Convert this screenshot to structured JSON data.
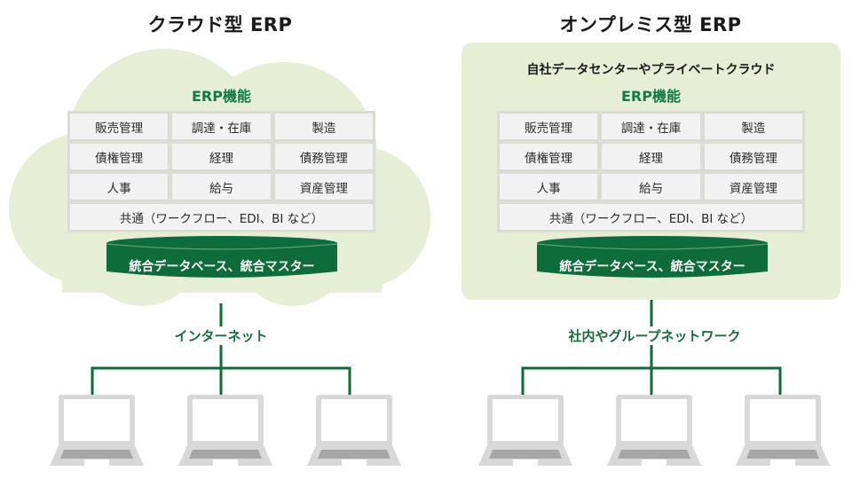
{
  "colors": {
    "accent_green": "#0e6b3a",
    "erp_label_green": "#137a45",
    "cloud_fill": "#e6efd5",
    "cell_bg": "#f2f2f2",
    "laptop_gray": "#d8d8d8",
    "keyboard_gray": "#a6a6a6"
  },
  "cloud": {
    "title": "クラウド型 ERP",
    "erp_label": "ERP機能",
    "modules": [
      "販売管理",
      "調達・在庫",
      "製造",
      "債権管理",
      "経理",
      "債務管理",
      "人事",
      "給与",
      "資産管理"
    ],
    "common": "共通（ワークフロー、EDI、BI など）",
    "database": "統合データベース、統合マスター",
    "network": "インターネット",
    "clients": [
      "laptop",
      "laptop",
      "laptop"
    ]
  },
  "onprem": {
    "title": "オンプレミス型 ERP",
    "location": "自社データセンターやプライベートクラウド",
    "erp_label": "ERP機能",
    "modules": [
      "販売管理",
      "調達・在庫",
      "製造",
      "債権管理",
      "経理",
      "債務管理",
      "人事",
      "給与",
      "資産管理"
    ],
    "common": "共通（ワークフロー、EDI、BI など）",
    "database": "統合データベース、統合マスター",
    "network": "社内やグループネットワーク",
    "clients": [
      "laptop",
      "laptop",
      "laptop"
    ]
  }
}
